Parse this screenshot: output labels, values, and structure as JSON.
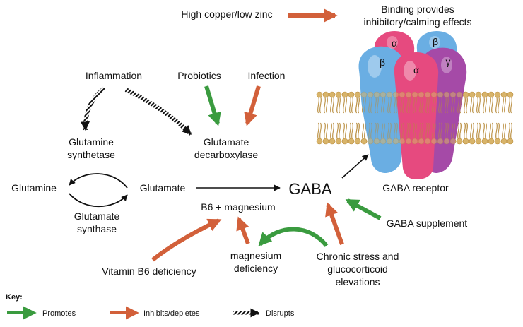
{
  "colors": {
    "promotes": "#3a9b3f",
    "inhibits": "#d2603a",
    "disrupts": "#111111",
    "membrane_head": "#d8b46a",
    "membrane_tail": "#b88c3c",
    "subunit_alpha": "#e64a7f",
    "subunit_beta": "#6aaee3",
    "subunit_gamma": "#a54aa7"
  },
  "nodes": {
    "high_copper": "High copper/low zinc",
    "binding_line1": "Binding provides",
    "binding_line2": "inhibitory/calming effects",
    "inflammation": "Inflammation",
    "probiotics": "Probiotics",
    "infection": "Infection",
    "glutamine_synthetase_line1": "Glutamine",
    "glutamine_synthetase_line2": "synthetase",
    "glutamate_decarboxylase_line1": "Glutamate",
    "glutamate_decarboxylase_line2": "decarboxylase",
    "glutamine": "Glutamine",
    "glutamate": "Glutamate",
    "gaba": "GABA",
    "gaba_receptor": "GABA receptor",
    "glutamate_synthase_line1": "Glutamate",
    "glutamate_synthase_line2": "synthase",
    "b6_magnesium": "B6 + magnesium",
    "gaba_supplement": "GABA supplement",
    "magnesium_deficiency_line1": "magnesium",
    "magnesium_deficiency_line2": "deficiency",
    "chronic_stress_line1": "Chronic stress and",
    "chronic_stress_line2": "glucocorticoid",
    "chronic_stress_line3": "elevations",
    "vitamin_b6_deficiency": "Vitamin B6 deficiency"
  },
  "receptor_subunits": {
    "alpha_back": "α",
    "beta_back": "β",
    "beta_front": "β",
    "alpha_front": "α",
    "gamma": "γ"
  },
  "key": {
    "title": "Key:",
    "promotes": "Promotes",
    "inhibits": "Inhibits/depletes",
    "disrupts": "Disrupts"
  }
}
